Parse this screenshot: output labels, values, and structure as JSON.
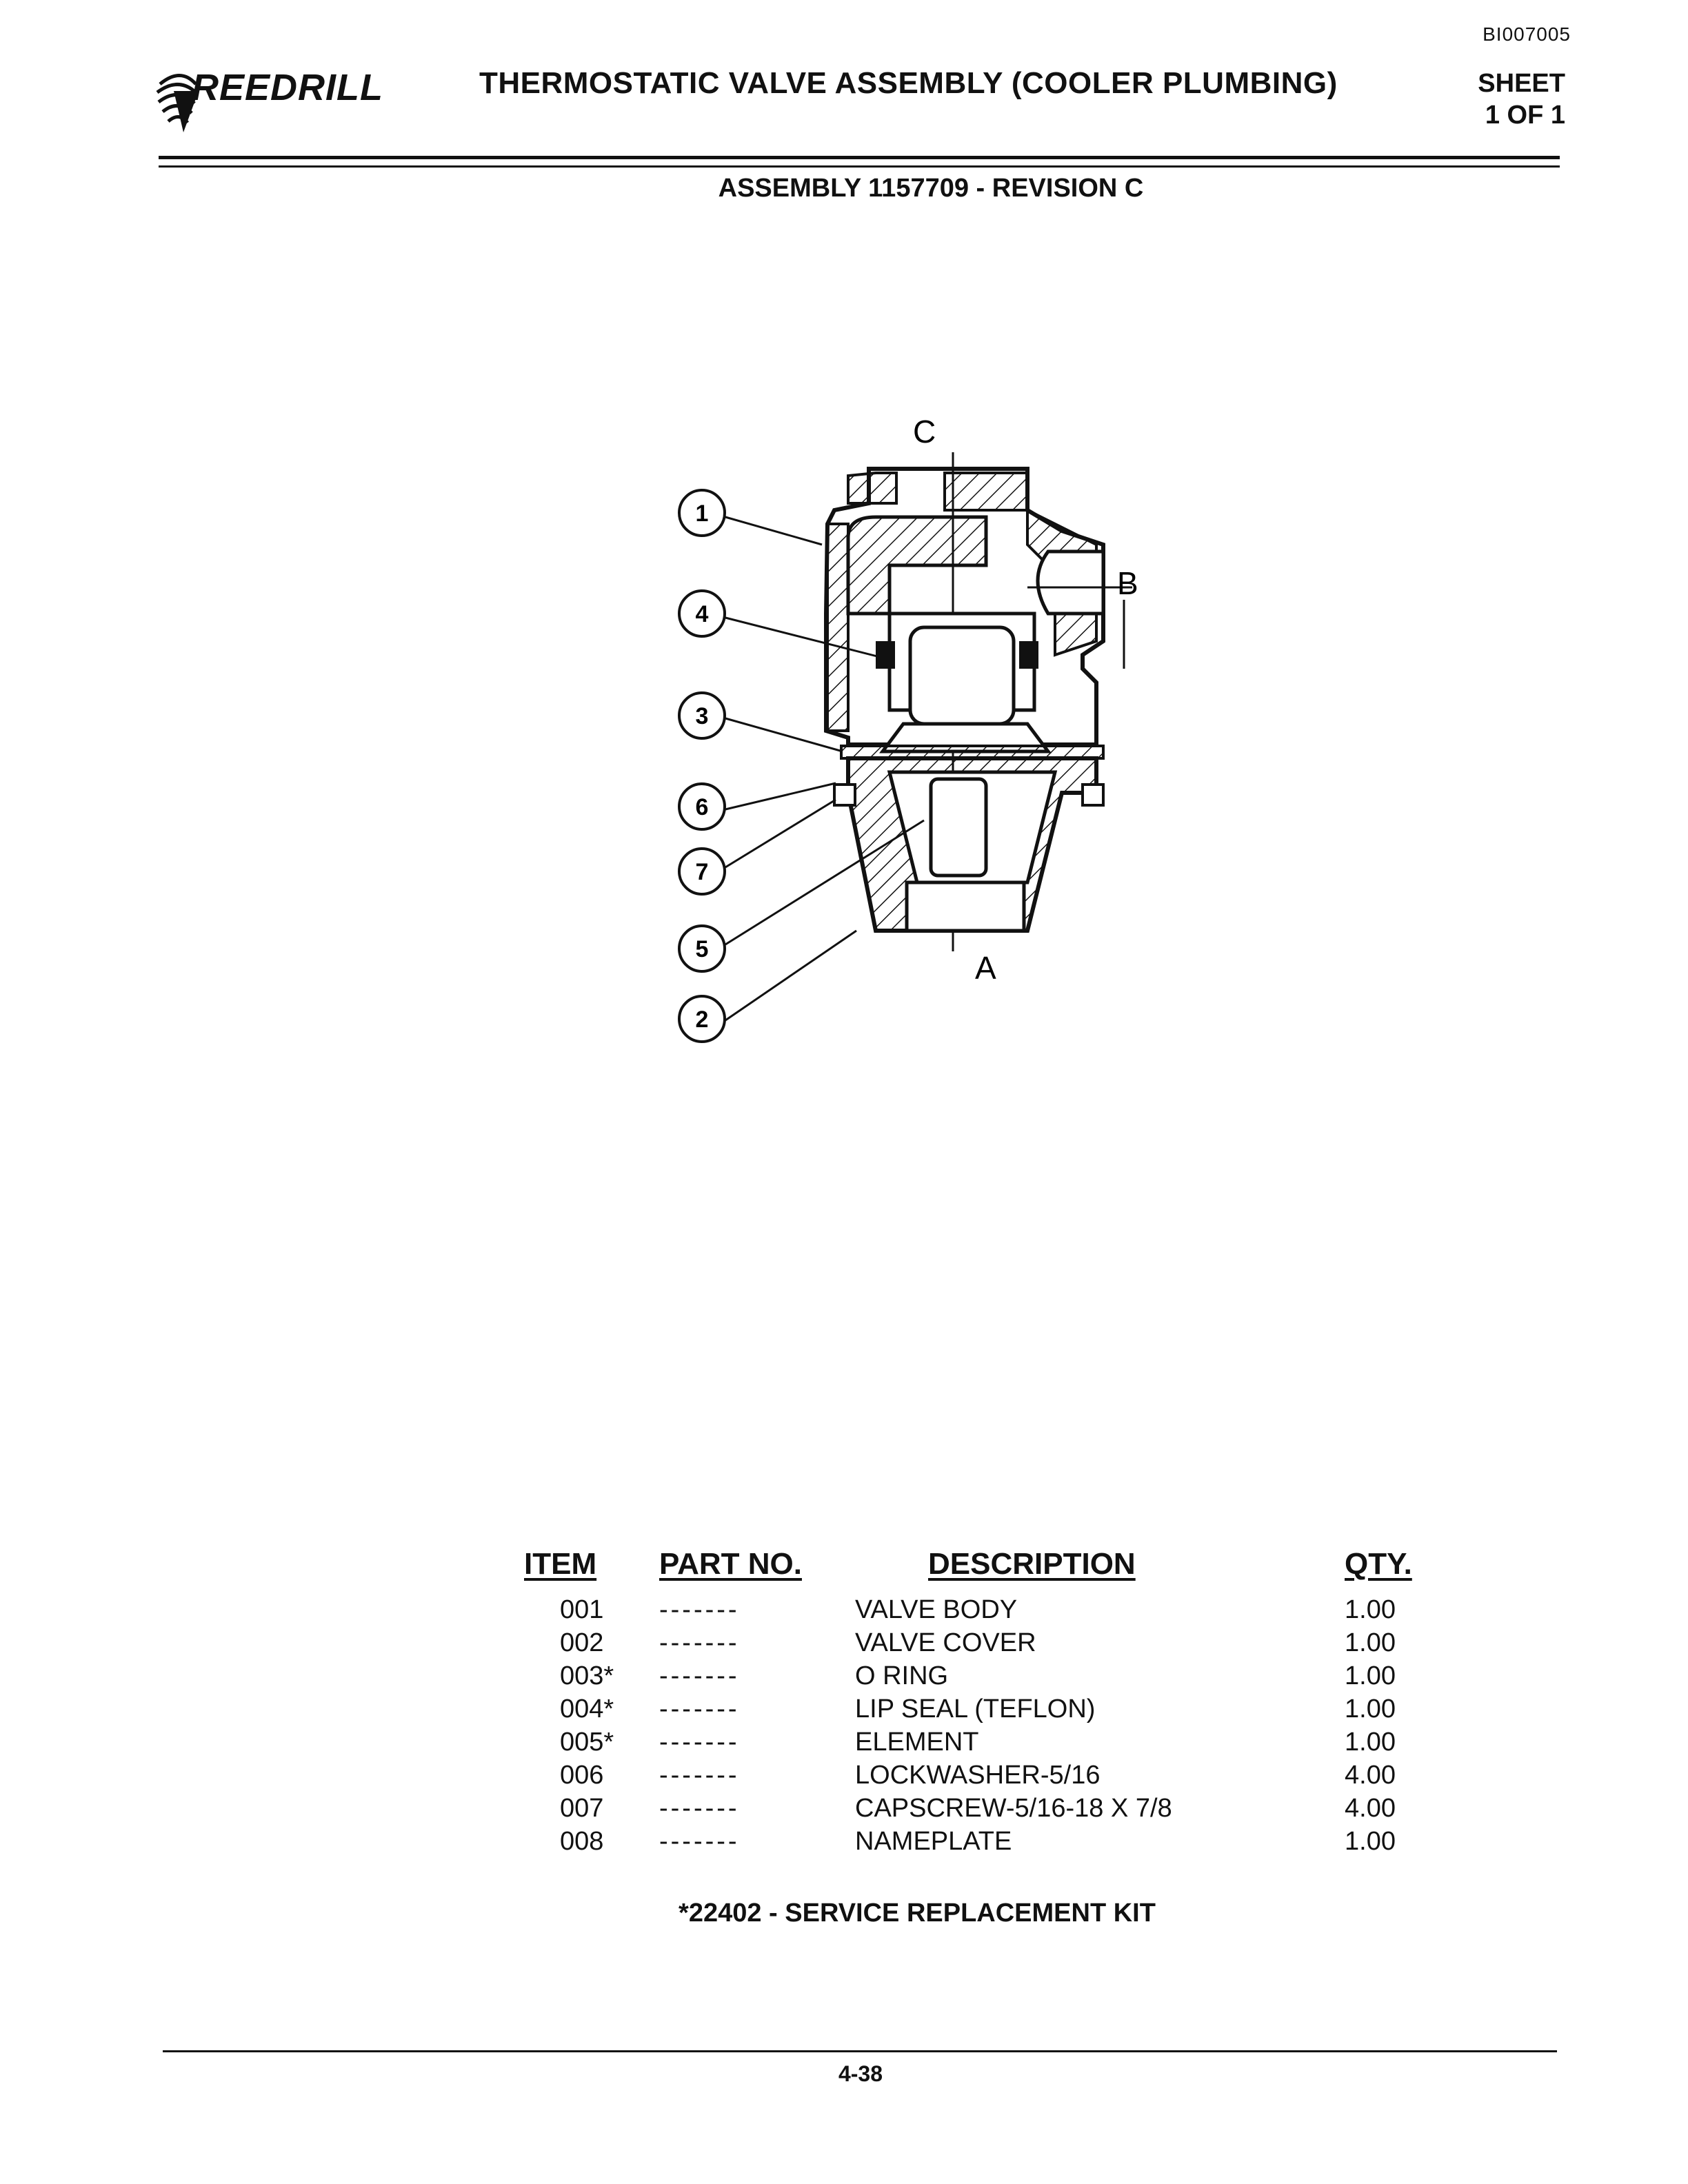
{
  "header": {
    "doc_id": "BI007005",
    "brand": "REEDRILL",
    "title": "THERMOSTATIC VALVE ASSEMBLY (COOLER PLUMBING)",
    "sheet_label": "SHEET",
    "sheet_number": "1 OF 1"
  },
  "assembly": "ASSEMBLY 1157709 - REVISION C",
  "diagram": {
    "port_labels": [
      "C",
      "B",
      "A"
    ],
    "callouts": [
      "1",
      "4",
      "3",
      "6",
      "7",
      "5",
      "2"
    ]
  },
  "table": {
    "headers": {
      "item": "ITEM",
      "part_no": "PART NO.",
      "description": "DESCRIPTION",
      "qty": "QTY."
    },
    "rows": [
      {
        "item": "001",
        "part_no": "-------",
        "description": "VALVE BODY",
        "qty": "1.00"
      },
      {
        "item": "002",
        "part_no": "-------",
        "description": "VALVE COVER",
        "qty": "1.00"
      },
      {
        "item": "003*",
        "part_no": "-------",
        "description": "O RING",
        "qty": "1.00"
      },
      {
        "item": "004*",
        "part_no": "-------",
        "description": "LIP SEAL (TEFLON)",
        "qty": "1.00"
      },
      {
        "item": "005*",
        "part_no": "-------",
        "description": "ELEMENT",
        "qty": "1.00"
      },
      {
        "item": "006",
        "part_no": "-------",
        "description": "LOCKWASHER-5/16",
        "qty": "4.00"
      },
      {
        "item": "007",
        "part_no": "-------",
        "description": "CAPSCREW-5/16-18 X 7/8",
        "qty": "4.00"
      },
      {
        "item": "008",
        "part_no": "-------",
        "description": "NAMEPLATE",
        "qty": "1.00"
      }
    ]
  },
  "kit_note": "*22402 - SERVICE REPLACEMENT KIT",
  "page_number": "4-38"
}
